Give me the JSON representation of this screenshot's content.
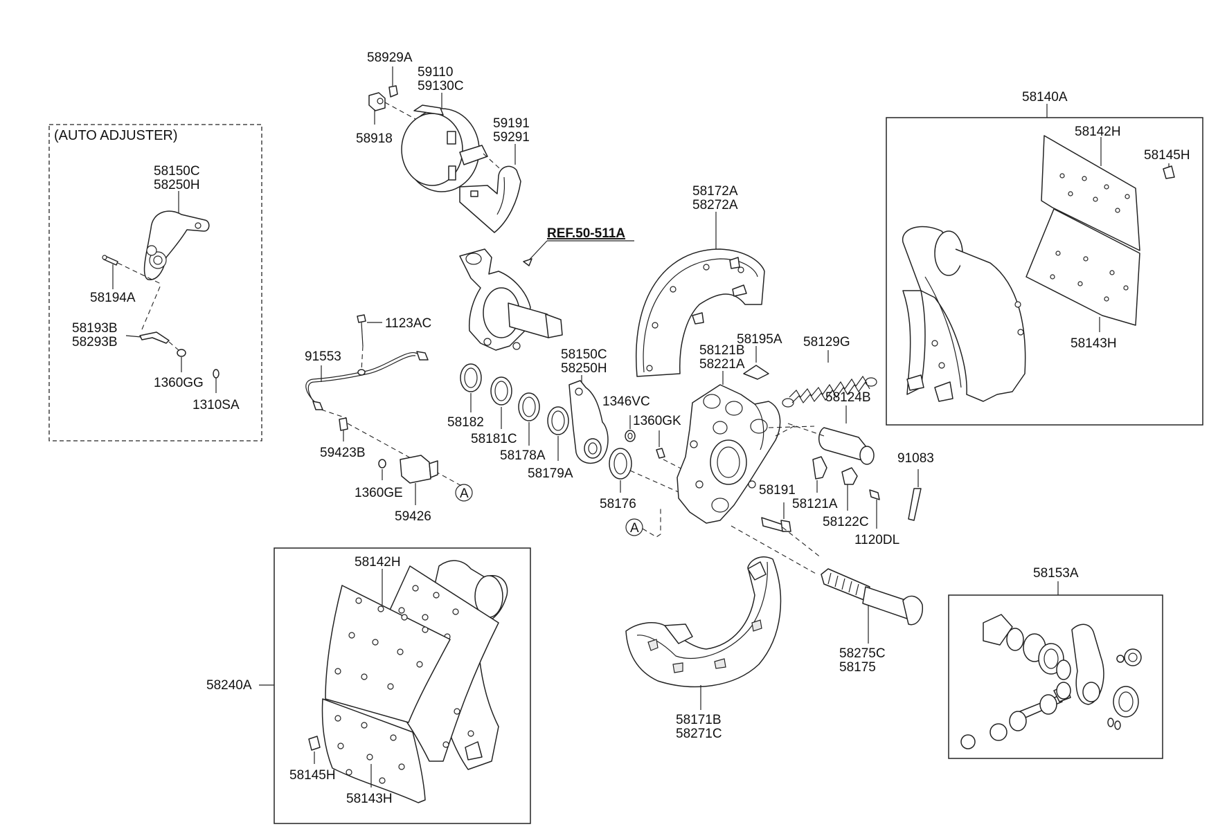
{
  "labels": {
    "p58929A": "58929A",
    "p59110": "59110",
    "p59130C": "59130C",
    "p58918": "58918",
    "p59191": "59191",
    "p59291": "59291",
    "ref": "REF.50-511A",
    "auto_adjuster": "(AUTO ADJUSTER)",
    "aa_58150C": "58150C",
    "aa_58250H": "58250H",
    "p58194A": "58194A",
    "p58193B": "58193B",
    "p58293B": "58293B",
    "p1360GG": "1360GG",
    "p1310SA": "1310SA",
    "p1123AC": "1123AC",
    "p91553": "91553",
    "p59423B": "59423B",
    "p1360GE": "1360GE",
    "p59426": "59426",
    "callout_a1": "A",
    "callout_a2": "A",
    "p58182": "58182",
    "p58181C": "58181C",
    "p58178A": "58178A",
    "p58179A": "58179A",
    "m_58150C": "58150C",
    "m_58250H": "58250H",
    "p1346VC": "1346VC",
    "p1360GK": "1360GK",
    "p58176": "58176",
    "p58172A": "58172A",
    "p58272A": "58272A",
    "p58121B": "58121B",
    "p58221A": "58221A",
    "p58195A": "58195A",
    "p58129G": "58129G",
    "p58124B": "58124B",
    "p91083": "91083",
    "p58191": "58191",
    "p58121A": "58121A",
    "p58122C": "58122C",
    "p1120DL": "1120DL",
    "p58275C": "58275C",
    "p58175": "58175",
    "p58171B": "58171B",
    "p58271C": "58271C",
    "p58140A": "58140A",
    "tr_58142H": "58142H",
    "tr_58145H": "58145H",
    "tr_58143H": "58143H",
    "p58153A": "58153A",
    "p58240A": "58240A",
    "bl_58142H": "58142H",
    "bl_58145H": "58145H",
    "bl_58143H": "58143H"
  }
}
